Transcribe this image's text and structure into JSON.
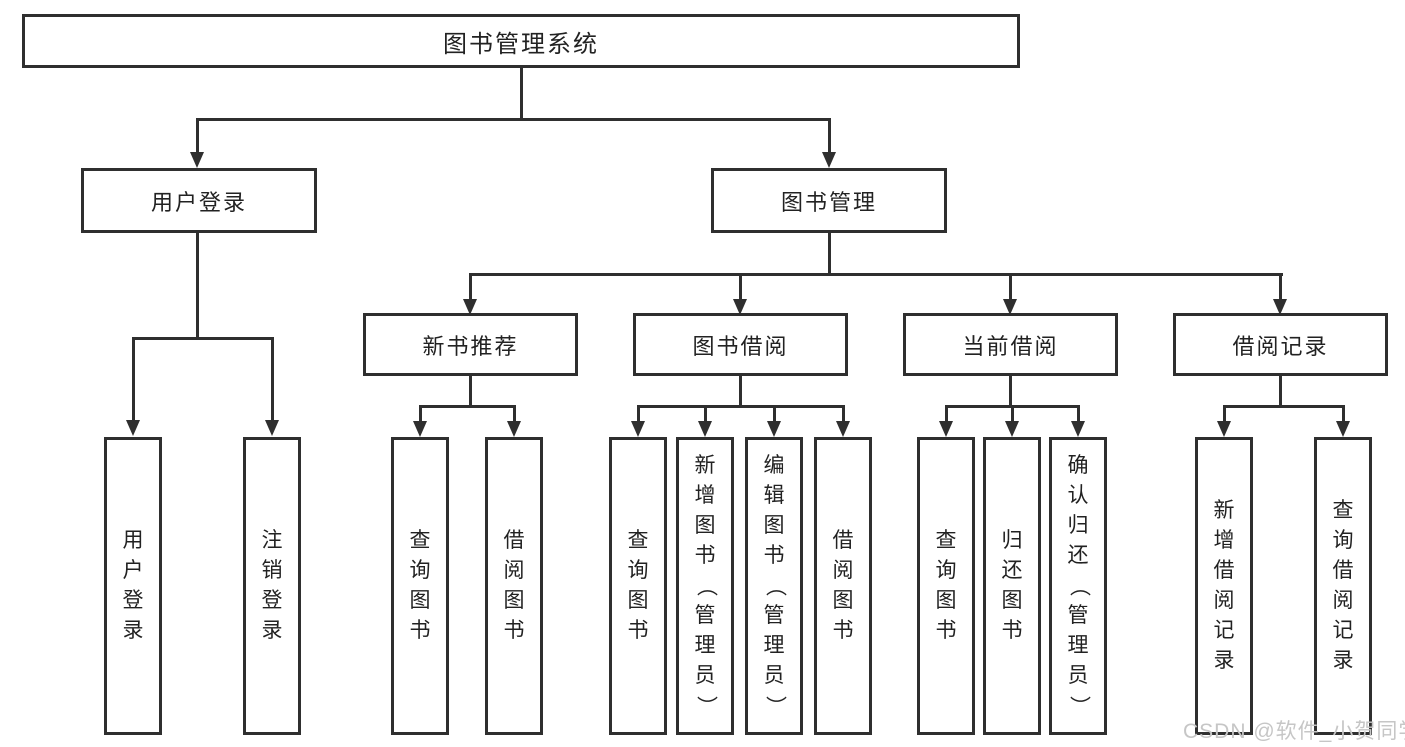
{
  "colors": {
    "line": "#2f2f2f",
    "text": "#222222",
    "box_fill": "#ffffff",
    "watermark": "#c6c6c6"
  },
  "watermark": {
    "text": "CSDN @软件_小贺同学"
  },
  "tree": {
    "root": {
      "label": "图书管理系统"
    },
    "user_login": {
      "label": "用户登录",
      "children": [
        {
          "label": "用户登录"
        },
        {
          "label": "注销登录"
        }
      ]
    },
    "book_management": {
      "label": "图书管理",
      "sections": [
        {
          "label": "新书推荐",
          "children": [
            {
              "label": "查询图书"
            },
            {
              "label": "借阅图书"
            }
          ]
        },
        {
          "label": "图书借阅",
          "children": [
            {
              "label": "查询图书"
            },
            {
              "label": "新增图书（管理员）"
            },
            {
              "label": "编辑图书（管理员）"
            },
            {
              "label": "借阅图书"
            }
          ]
        },
        {
          "label": "当前借阅",
          "children": [
            {
              "label": "查询图书"
            },
            {
              "label": "归还图书"
            },
            {
              "label": "确认归还（管理员）"
            }
          ]
        },
        {
          "label": "借阅记录",
          "children": [
            {
              "label": "新增借阅记录"
            },
            {
              "label": "查询借阅记录"
            }
          ]
        }
      ]
    }
  }
}
